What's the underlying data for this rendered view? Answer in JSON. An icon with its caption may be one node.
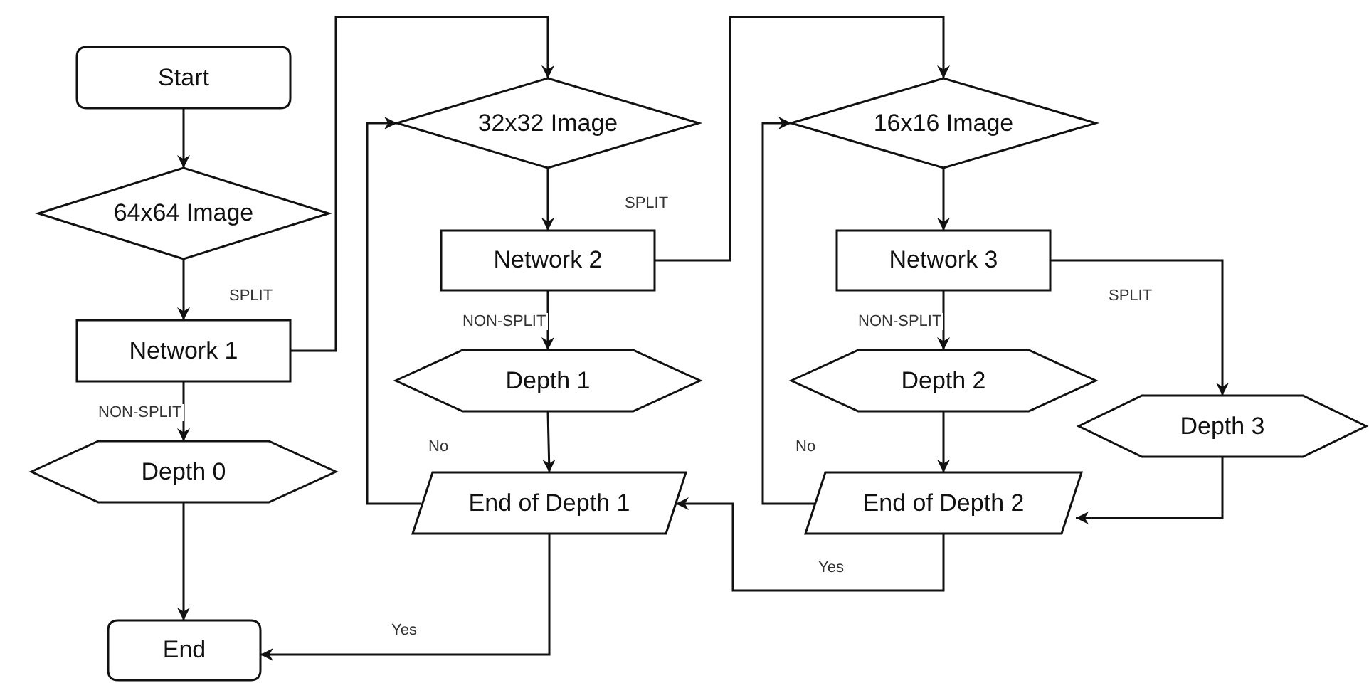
{
  "diagram": {
    "nodes": [
      {
        "text": [
          "Start"
        ]
      },
      {
        "text": [
          "64x64 Image"
        ]
      },
      {
        "text": [
          "Network 1"
        ]
      },
      {
        "text": [
          "Depth 0"
        ]
      },
      {
        "text": [
          "End"
        ]
      },
      {
        "text": [
          "32x32 Image"
        ]
      },
      {
        "text": [
          "Network 2"
        ]
      },
      {
        "text": [
          "Depth 1"
        ]
      },
      {
        "text": [
          "End of Depth 1"
        ]
      },
      {
        "text": [
          "16x16 Image"
        ]
      },
      {
        "text": [
          "Network 3"
        ]
      },
      {
        "text": [
          "Depth 2"
        ]
      },
      {
        "text": [
          "End of Depth 2"
        ]
      },
      {
        "text": [
          "Depth 3"
        ]
      }
    ],
    "edges": [
      {
        "from": 0,
        "to": 1,
        "arrow": "to"
      },
      {
        "from": 1,
        "to": 2,
        "arrow": "to"
      },
      {
        "from": 2,
        "to": 3,
        "arrow": "to",
        "label": "NON-SPLIT"
      },
      {
        "from": 3,
        "to": 4,
        "arrow": "to"
      },
      {
        "from": 2,
        "to": 5,
        "arrow": "to",
        "label": "SPLIT"
      },
      {
        "from": 5,
        "to": 6,
        "arrow": "to"
      },
      {
        "from": 6,
        "to": 7,
        "arrow": "to",
        "label": "NON-SPLIT"
      },
      {
        "from": 6,
        "to": 9,
        "arrow": "to",
        "label": "SPLIT"
      },
      {
        "from": 7,
        "to": 8,
        "arrow": "to"
      },
      {
        "from": 8,
        "to": 5,
        "arrow": "to",
        "label": "No"
      },
      {
        "from": 8,
        "to": 4,
        "arrow": "to",
        "label": "Yes"
      },
      {
        "from": 9,
        "to": 10,
        "arrow": "to"
      },
      {
        "from": 10,
        "to": 11,
        "arrow": "to",
        "label": "NON-SPLIT"
      },
      {
        "from": 10,
        "to": 13,
        "arrow": "to",
        "label": "SPLIT"
      },
      {
        "from": 11,
        "to": 12,
        "arrow": "to"
      },
      {
        "from": 12,
        "to": 9,
        "arrow": "to",
        "label": "No"
      },
      {
        "from": 12,
        "to": 8,
        "arrow": "to",
        "label": "Yes"
      },
      {
        "from": 13,
        "to": 12,
        "arrow": "to"
      }
    ]
  }
}
